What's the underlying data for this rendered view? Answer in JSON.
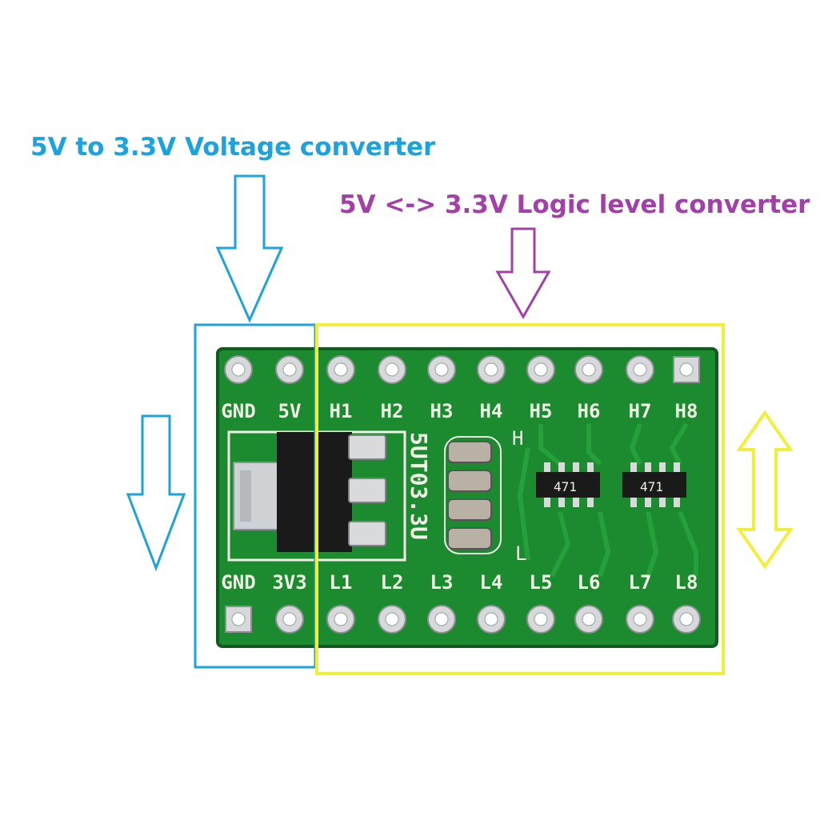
{
  "labels": {
    "voltage_converter": "5V to 3.3V Voltage converter",
    "logic_converter": "5V <-> 3.3V Logic level converter"
  },
  "colors": {
    "voltage": "#1aa3dd",
    "logic": "#a23fa8",
    "highlight": "#f2ef3a",
    "pcb": "#1c8a2e",
    "silkscreen": "#f2f2e8"
  },
  "board": {
    "top_pins": [
      "GND",
      "5V",
      "H1",
      "H2",
      "H3",
      "H4",
      "H5",
      "H6",
      "H7",
      "H8"
    ],
    "bottom_pins": [
      "GND",
      "3V3",
      "L1",
      "L2",
      "L3",
      "L4",
      "L5",
      "L6",
      "L7",
      "L8"
    ],
    "regulator_marking": "5UT03.3U",
    "side_mark_high": "H",
    "side_mark_low": "L",
    "resistor_array_1": "471",
    "resistor_array_2": "471"
  }
}
